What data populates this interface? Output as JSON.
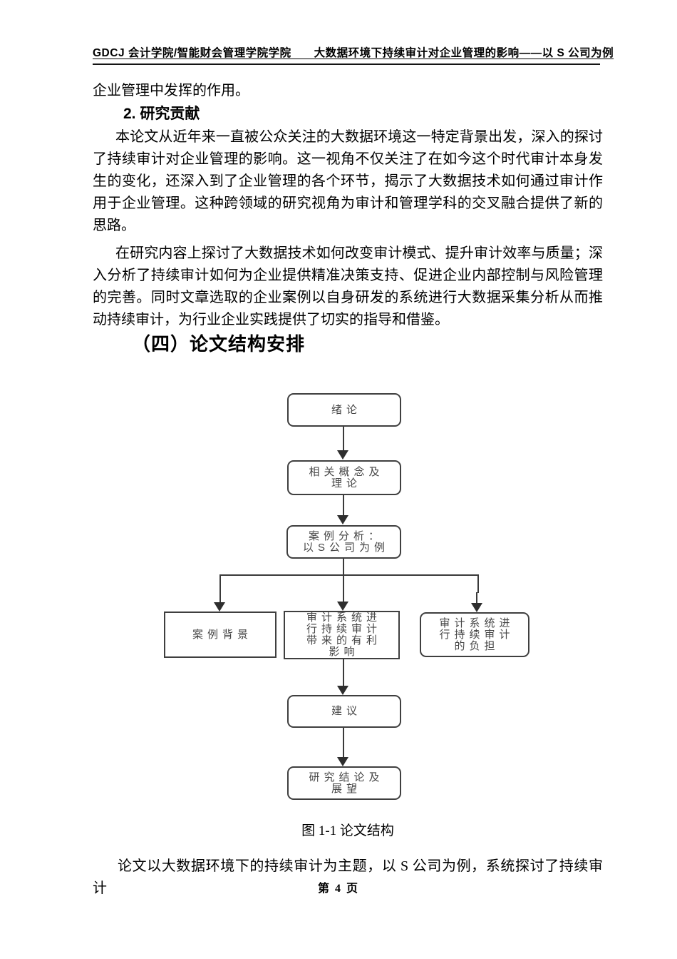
{
  "header": {
    "text": "GDCJ 会计学院/智能财会管理学院学院　　大数据环境下持续审计对企业管理的影响——以 S 公司为例"
  },
  "content": {
    "leading_paragraph": "企业管理中发挥的作用。",
    "section2": {
      "heading": "2. 研究贡献",
      "paragraph1": "本论文从近年来一直被公众关注的大数据环境这一特定背景出发，深入的探讨了持续审计对企业管理的影响。这一视角不仅关注了在如今这个时代审计本身发生的变化，还深入到了企业管理的各个环节，揭示了大数据技术如何通过审计作用于企业管理。这种跨领域的研究视角为审计和管理学科的交叉融合提供了新的思路。",
      "paragraph2": "在研究内容上探讨了大数据技术如何改变审计模式、提升审计效率与质量；深入分析了持续审计如何为企业提供精准决策支持、促进企业内部控制与风险管理的完善。同时文章选取的企业案例以自身研发的系统进行大数据采集分析从而推动持续审计，为行业企业实践提供了切实的指导和借鉴。"
    },
    "section4_heading": "（四）论文结构安排",
    "figure_caption": "图 1-1 论文结构",
    "closing_paragraph": "论文以大数据环境下的持续审计为主题，以 S 公司为例，系统探讨了持续审计"
  },
  "diagram": {
    "type": "flowchart",
    "nodes": [
      {
        "id": "intro",
        "label": "绪论",
        "shape": "rounded"
      },
      {
        "id": "concepts",
        "label": "相关概念及\n理论",
        "shape": "rounded"
      },
      {
        "id": "case",
        "label": "案例分析：\n以S公司为例",
        "shape": "rounded"
      },
      {
        "id": "background",
        "label": "案例背景",
        "shape": "rect"
      },
      {
        "id": "benefits",
        "label": "审计系统进\n行持续审计\n带来的有利\n影响",
        "shape": "rect"
      },
      {
        "id": "burden",
        "label": "审计系统进\n行持续审计\n的负担",
        "shape": "rounded"
      },
      {
        "id": "suggestion",
        "label": "建议",
        "shape": "rounded"
      },
      {
        "id": "conclusion",
        "label": "研究结论及\n展望",
        "shape": "rounded"
      }
    ],
    "edges": [
      {
        "from": "intro",
        "to": "concepts"
      },
      {
        "from": "concepts",
        "to": "case"
      },
      {
        "from": "case",
        "to": "background"
      },
      {
        "from": "case",
        "to": "benefits"
      },
      {
        "from": "case",
        "to": "burden"
      },
      {
        "from": "benefits",
        "to": "suggestion"
      },
      {
        "from": "suggestion",
        "to": "conclusion"
      }
    ],
    "colors": {
      "node_border": "#3f3f3f",
      "node_text": "#454545",
      "connector": "#3a3a3a",
      "arrowhead": "#2e2e2e"
    }
  },
  "footer": {
    "page_label": "第 4 页"
  }
}
